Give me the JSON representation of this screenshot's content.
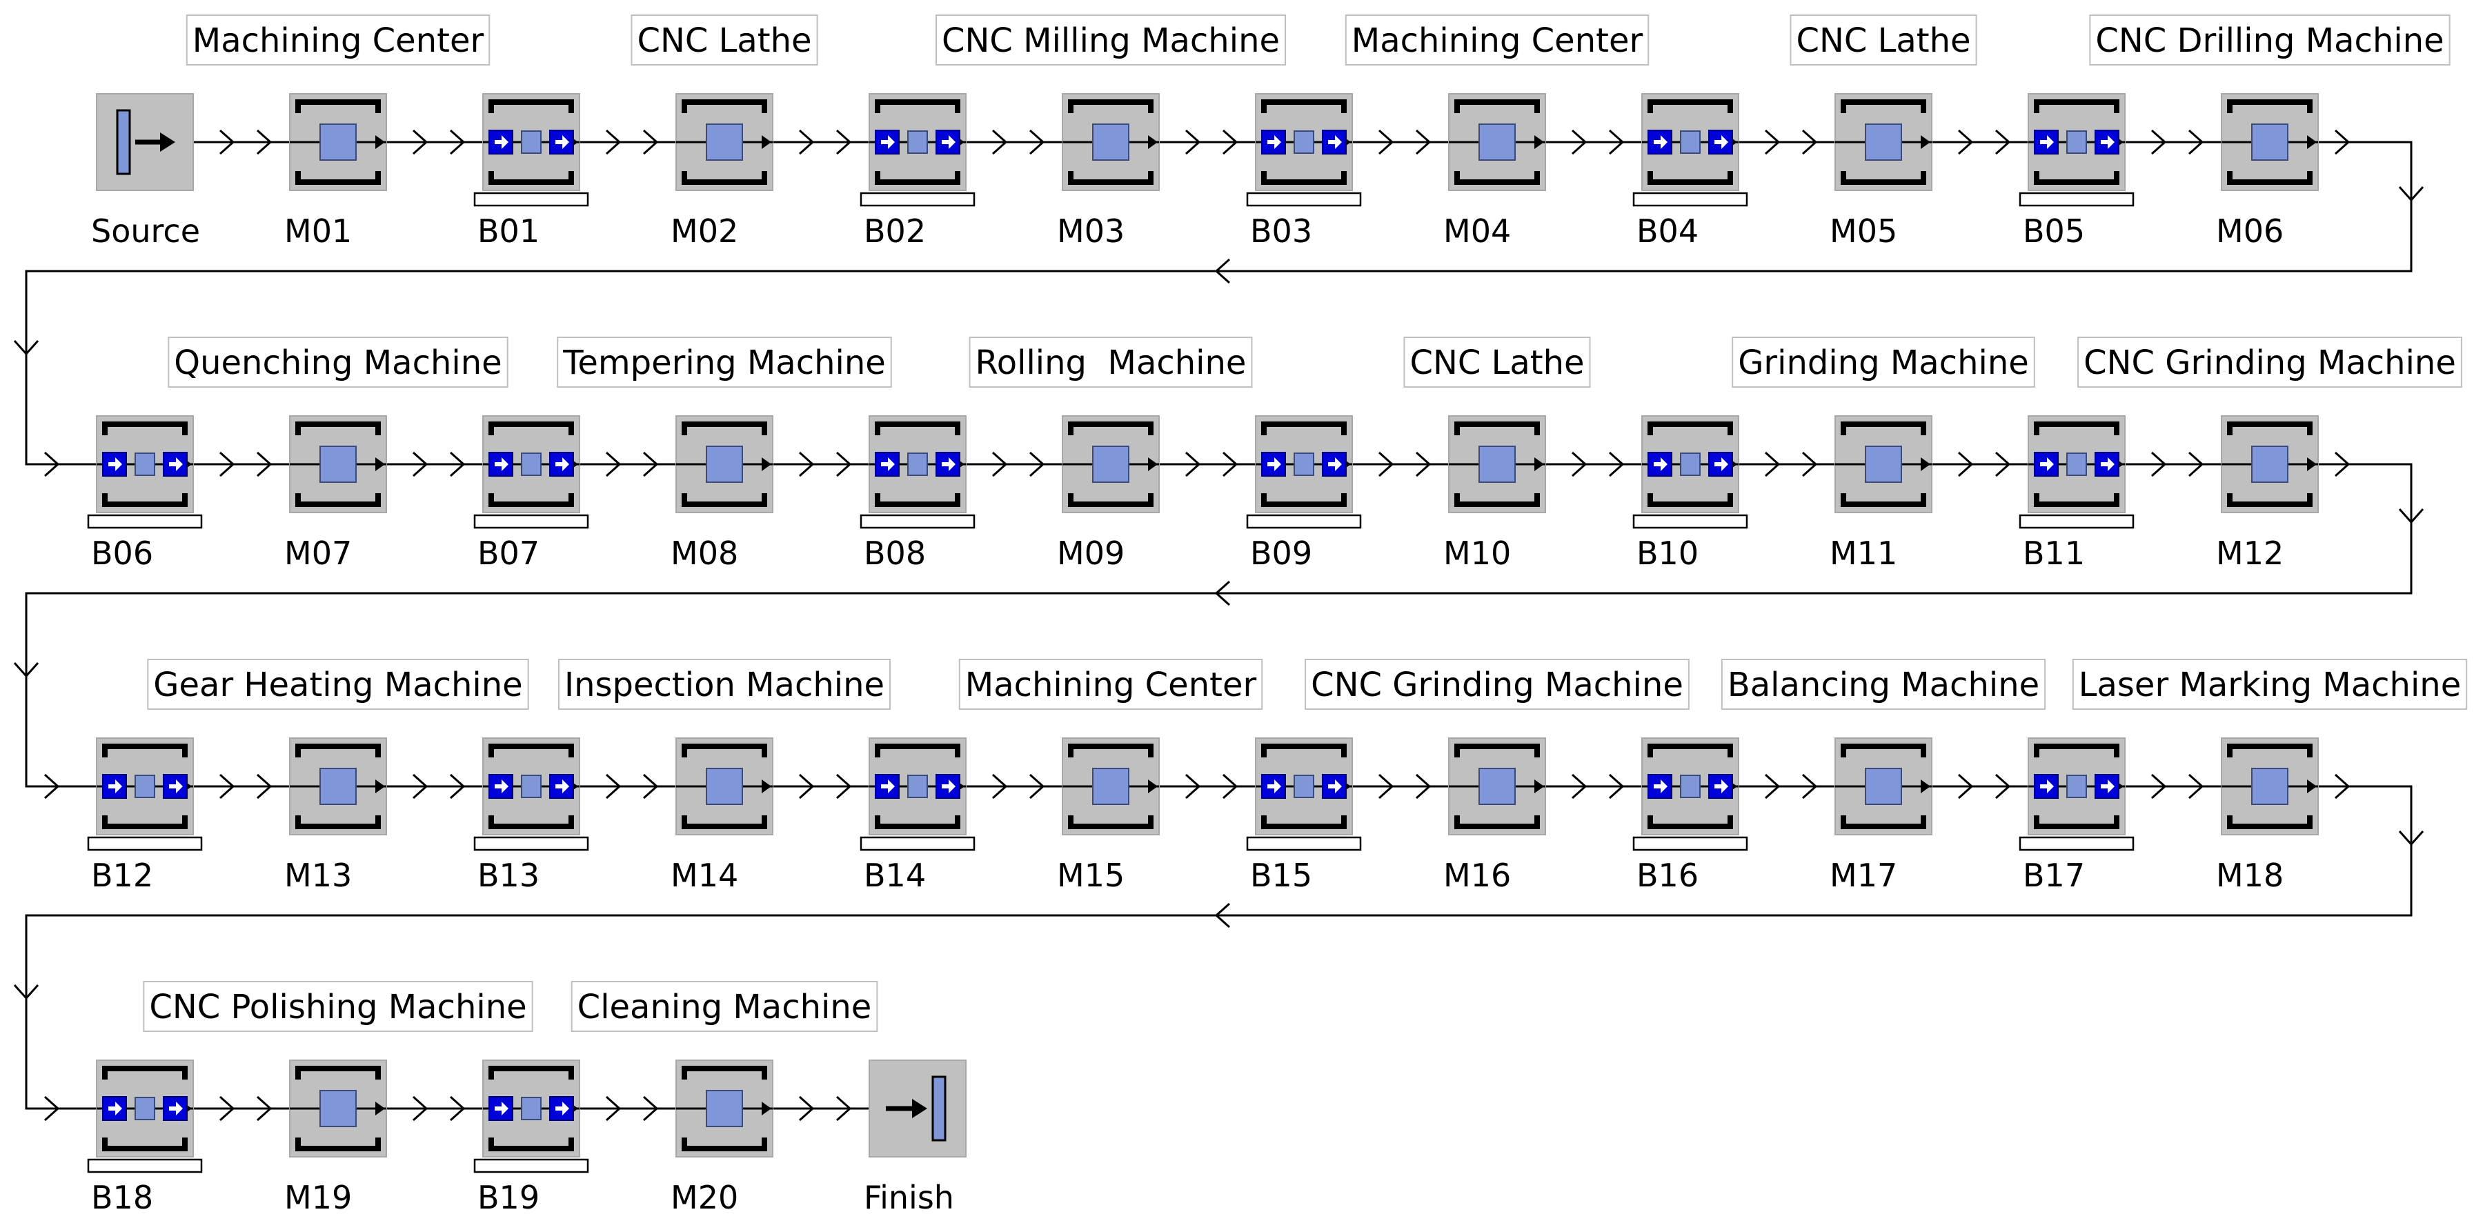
{
  "rows": [
    [
      {
        "code": "Source",
        "kind": "source",
        "desc": ""
      },
      {
        "code": "M01",
        "kind": "machine",
        "desc": "Machining Center"
      },
      {
        "code": "B01",
        "kind": "buffer",
        "desc": ""
      },
      {
        "code": "M02",
        "kind": "machine",
        "desc": "CNC Lathe"
      },
      {
        "code": "B02",
        "kind": "buffer",
        "desc": ""
      },
      {
        "code": "M03",
        "kind": "machine",
        "desc": "CNC Milling Machine"
      },
      {
        "code": "B03",
        "kind": "buffer",
        "desc": ""
      },
      {
        "code": "M04",
        "kind": "machine",
        "desc": "Machining Center"
      },
      {
        "code": "B04",
        "kind": "buffer",
        "desc": ""
      },
      {
        "code": "M05",
        "kind": "machine",
        "desc": "CNC Lathe"
      },
      {
        "code": "B05",
        "kind": "buffer",
        "desc": ""
      },
      {
        "code": "M06",
        "kind": "machine",
        "desc": "CNC Drilling Machine"
      }
    ],
    [
      {
        "code": "B06",
        "kind": "buffer",
        "desc": ""
      },
      {
        "code": "M07",
        "kind": "machine",
        "desc": "Quenching Machine"
      },
      {
        "code": "B07",
        "kind": "buffer",
        "desc": ""
      },
      {
        "code": "M08",
        "kind": "machine",
        "desc": "Tempering Machine"
      },
      {
        "code": "B08",
        "kind": "buffer",
        "desc": ""
      },
      {
        "code": "M09",
        "kind": "machine",
        "desc": "Rolling  Machine"
      },
      {
        "code": "B09",
        "kind": "buffer",
        "desc": ""
      },
      {
        "code": "M10",
        "kind": "machine",
        "desc": "CNC Lathe"
      },
      {
        "code": "B10",
        "kind": "buffer",
        "desc": ""
      },
      {
        "code": "M11",
        "kind": "machine",
        "desc": "Grinding Machine"
      },
      {
        "code": "B11",
        "kind": "buffer",
        "desc": ""
      },
      {
        "code": "M12",
        "kind": "machine",
        "desc": "CNC Grinding Machine"
      }
    ],
    [
      {
        "code": "B12",
        "kind": "buffer",
        "desc": ""
      },
      {
        "code": "M13",
        "kind": "machine",
        "desc": "Gear Heating Machine"
      },
      {
        "code": "B13",
        "kind": "buffer",
        "desc": ""
      },
      {
        "code": "M14",
        "kind": "machine",
        "desc": "Inspection Machine"
      },
      {
        "code": "B14",
        "kind": "buffer",
        "desc": ""
      },
      {
        "code": "M15",
        "kind": "machine",
        "desc": "Machining Center"
      },
      {
        "code": "B15",
        "kind": "buffer",
        "desc": ""
      },
      {
        "code": "M16",
        "kind": "machine",
        "desc": "CNC Grinding Machine"
      },
      {
        "code": "B16",
        "kind": "buffer",
        "desc": ""
      },
      {
        "code": "M17",
        "kind": "machine",
        "desc": "Balancing Machine"
      },
      {
        "code": "B17",
        "kind": "buffer",
        "desc": ""
      },
      {
        "code": "M18",
        "kind": "machine",
        "desc": "Laser Marking Machine"
      }
    ],
    [
      {
        "code": "B18",
        "kind": "buffer",
        "desc": ""
      },
      {
        "code": "M19",
        "kind": "machine",
        "desc": "CNC Polishing Machine"
      },
      {
        "code": "B19",
        "kind": "buffer",
        "desc": ""
      },
      {
        "code": "M20",
        "kind": "machine",
        "desc": "Cleaning Machine"
      },
      {
        "code": "Finish",
        "kind": "drain",
        "desc": ""
      }
    ]
  ],
  "colors": {
    "icon_frame": "#c0c0c0",
    "icon_bracket": "#000000",
    "machine_block": "#7f96d8",
    "buffer_slot": "#0000d8",
    "line": "#000000",
    "label_border": "#bfbfbf"
  }
}
